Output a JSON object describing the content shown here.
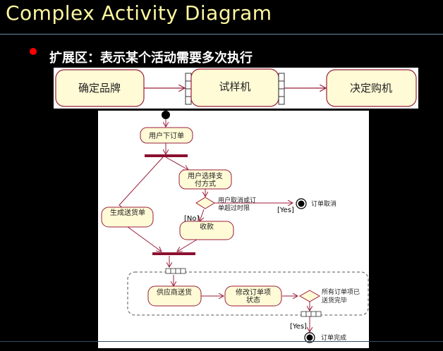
{
  "slide": {
    "title": "Complex Activity Diagram",
    "bullet": "扩展区：表示某个活动需要多次执行"
  },
  "top_diagram": {
    "actions": [
      "确定品牌",
      "试样机",
      "决定购机"
    ]
  },
  "main_diagram": {
    "actions": {
      "place_order": "用户下订单",
      "choose_payment_line1": "用户选择支",
      "choose_payment_line2": "付方式",
      "make_invoice": "生成送货单",
      "collect_payment": "收款",
      "supplier_ship": "供应商送货",
      "update_status_line1": "修改订单项",
      "update_status_line2": "状态"
    },
    "decision1_label_line1": "用户取消或订",
    "decision1_label_line2": "单超过时限",
    "decision2_label_line1": "所有订单项已",
    "decision2_label_line2": "送货完毕",
    "guard_yes_cancel": "[Yes]",
    "guard_no": "[No]",
    "guard_yes_done": "[Yes]",
    "final_cancel": "订单取消",
    "final_done": "订单完成"
  },
  "colors": {
    "title": "#fff8a0",
    "action_fill": "#fffbd6",
    "action_stroke": "#9b1d3a",
    "bar": "#8b1030",
    "bullet": "#ff0000"
  }
}
